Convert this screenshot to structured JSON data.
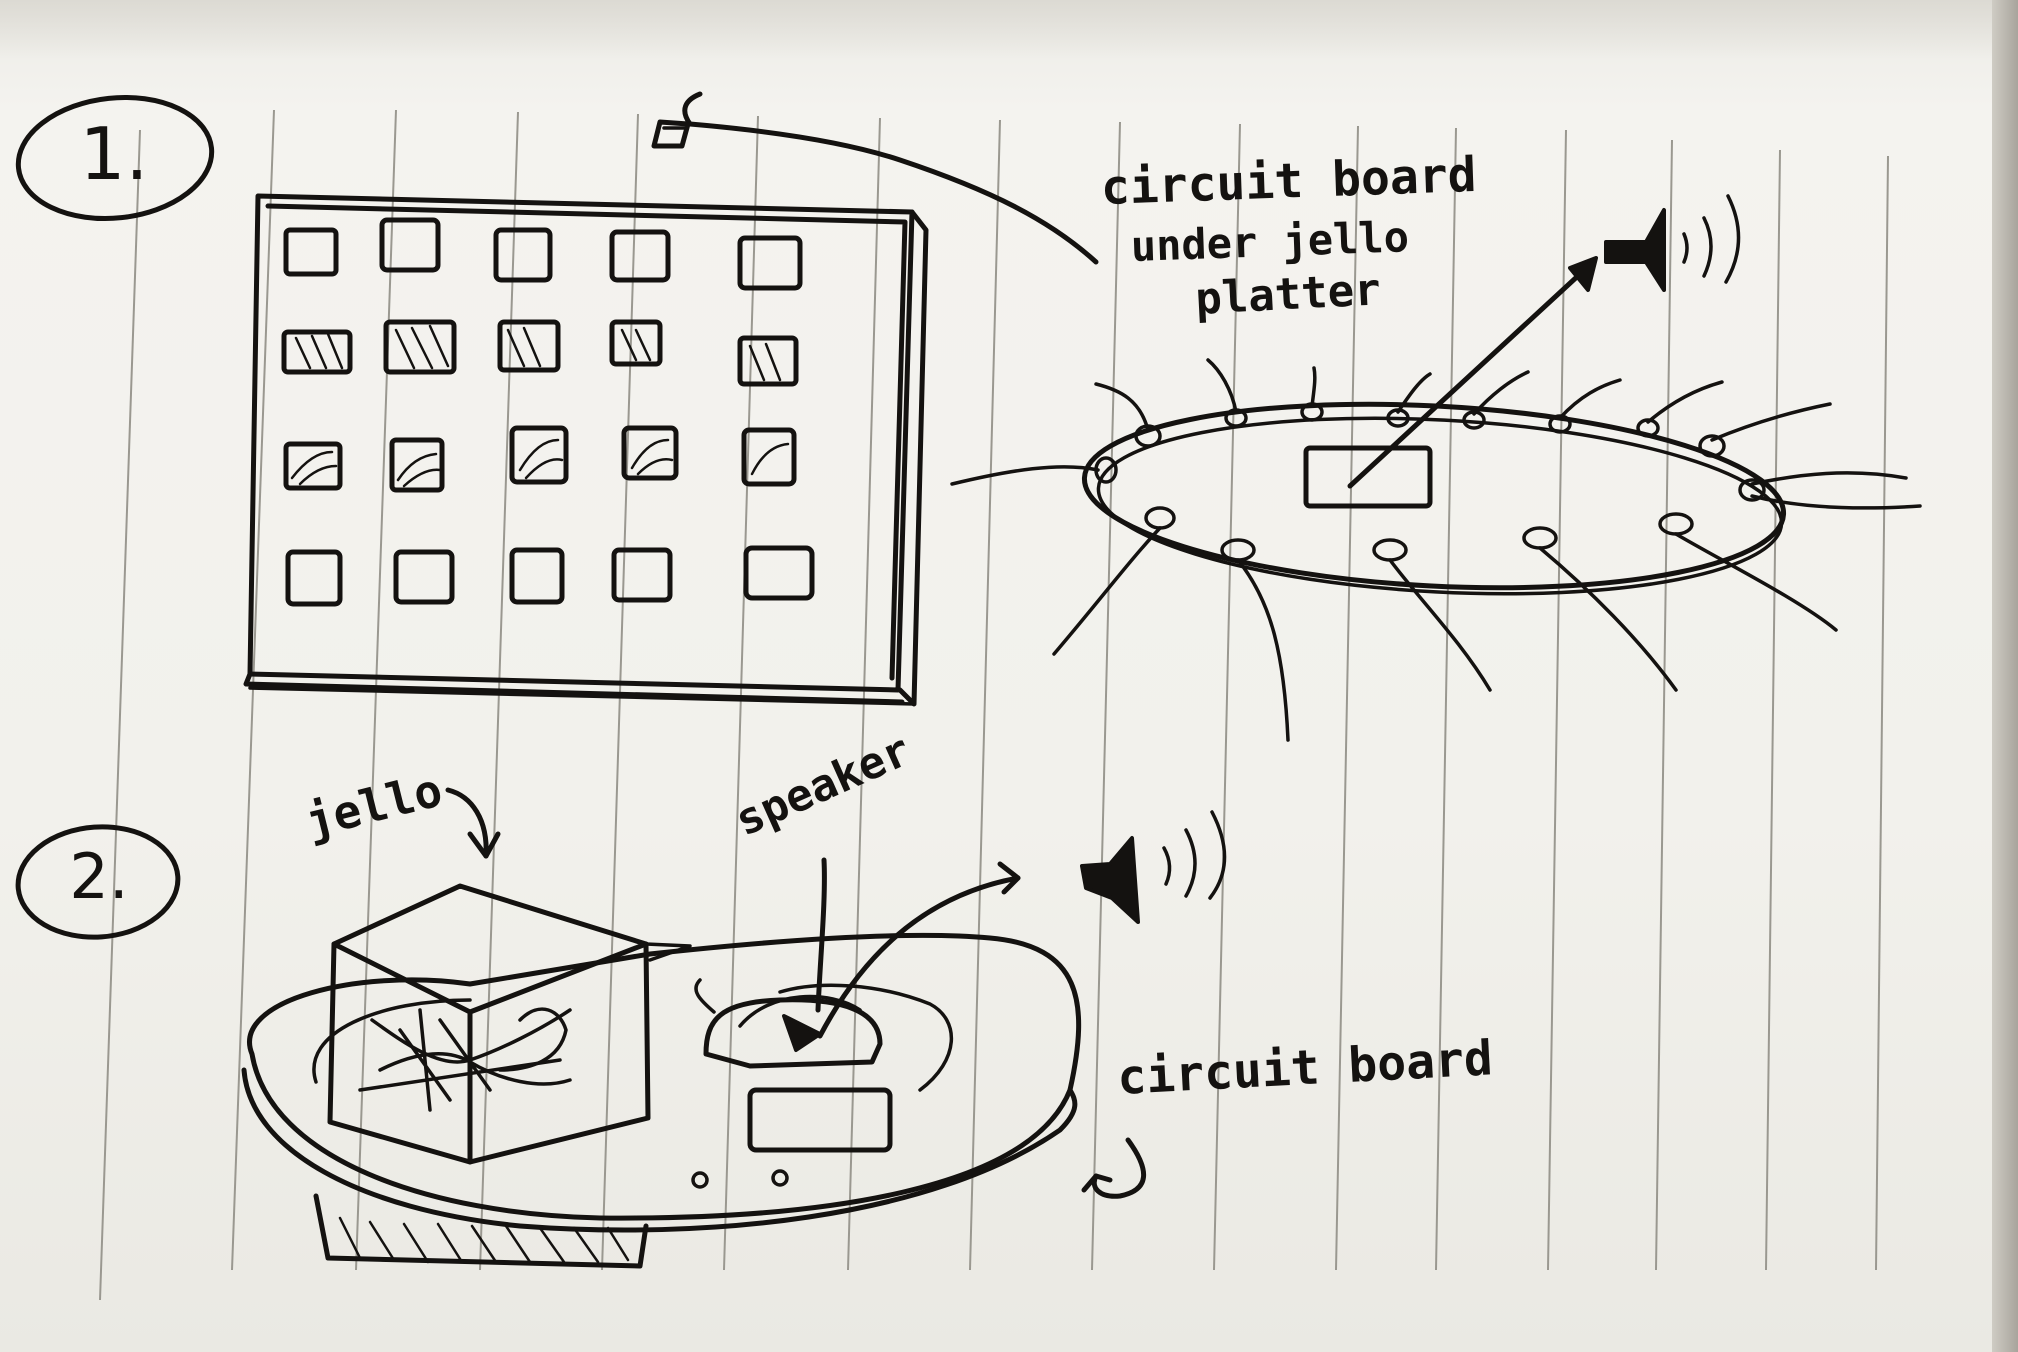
{
  "step_labels": [
    "1.",
    "2."
  ],
  "labels": {
    "board_under_platter": [
      "circuit board",
      "under jello",
      "platter"
    ],
    "jello": "jello",
    "speaker": "speaker",
    "circuit_board": "circuit board"
  },
  "ink_color": "#141210"
}
